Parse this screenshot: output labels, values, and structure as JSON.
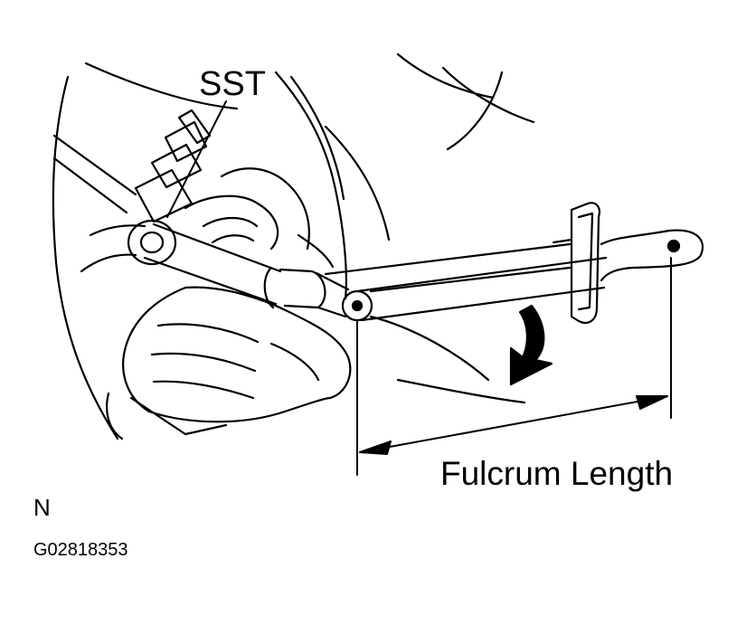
{
  "labels": {
    "sst": "SST",
    "fulcrum_length": "Fulcrum Length",
    "view_marker": "N",
    "figure_code": "G02818353"
  },
  "colors": {
    "ink": "#000000",
    "paper": "#ffffff"
  }
}
